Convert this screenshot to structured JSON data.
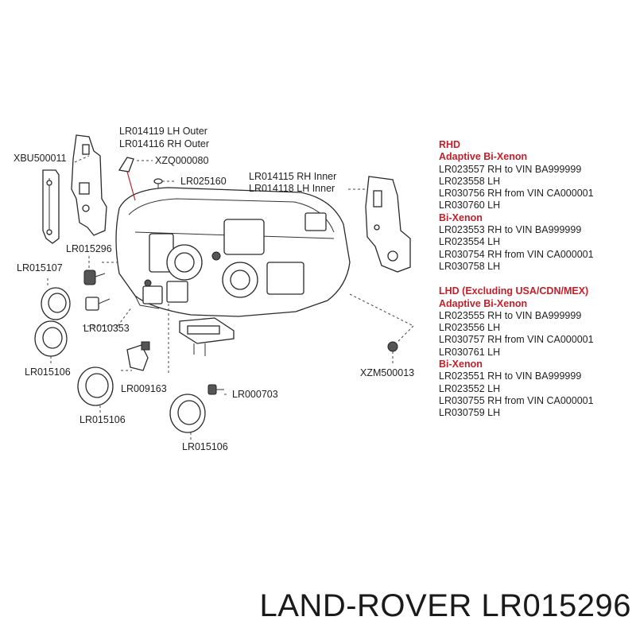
{
  "callouts": {
    "lr014119": "LR014119 LH Outer",
    "lr014116": "LR014116 RH Outer",
    "xbu500011": "XBU500011",
    "xzq000080": "XZQ000080",
    "lr025160": "LR025160",
    "lr014115": "LR014115 RH Inner",
    "lr014118": "LR014118 LH Inner",
    "lr015296": "LR015296",
    "lr015107": "LR015107",
    "lr010353": "LR010353",
    "lr015106_a": "LR015106",
    "lr009163": "LR009163",
    "xzm500013": "XZM500013",
    "lr000703": "LR000703",
    "lr015106_b": "LR015106",
    "lr015106_c": "LR015106"
  },
  "legend": {
    "rhd": {
      "heading": "RHD",
      "adaptive_heading": "Adaptive Bi-Xenon",
      "adaptive": [
        "LR023557 RH to VIN BA999999",
        "LR023558 LH",
        "LR030756 RH from VIN CA000001",
        "LR030760 LH"
      ],
      "bixenon_heading": "Bi-Xenon",
      "bixenon": [
        "LR023553 RH to VIN BA999999",
        "LR023554 LH",
        "LR030754 RH from VIN CA000001",
        "LR030758 LH"
      ]
    },
    "lhd": {
      "heading": "LHD (Excluding USA/CDN/MEX)",
      "adaptive_heading": "Adaptive Bi-Xenon",
      "adaptive": [
        "LR023555 RH to VIN BA999999",
        "LR023556 LH",
        "LR030757 RH from VIN CA000001",
        "LR030761 LH"
      ],
      "bixenon_heading": "Bi-Xenon",
      "bixenon": [
        "LR023551 RH to VIN BA999999",
        "LR023552 LH",
        "LR030755 RH from VIN CA000001",
        "LR030759 LH"
      ]
    }
  },
  "footer": {
    "title": "LAND-ROVER LR015296"
  },
  "colors": {
    "accent_red": "#c0202a",
    "line": "#2a2a2a"
  }
}
